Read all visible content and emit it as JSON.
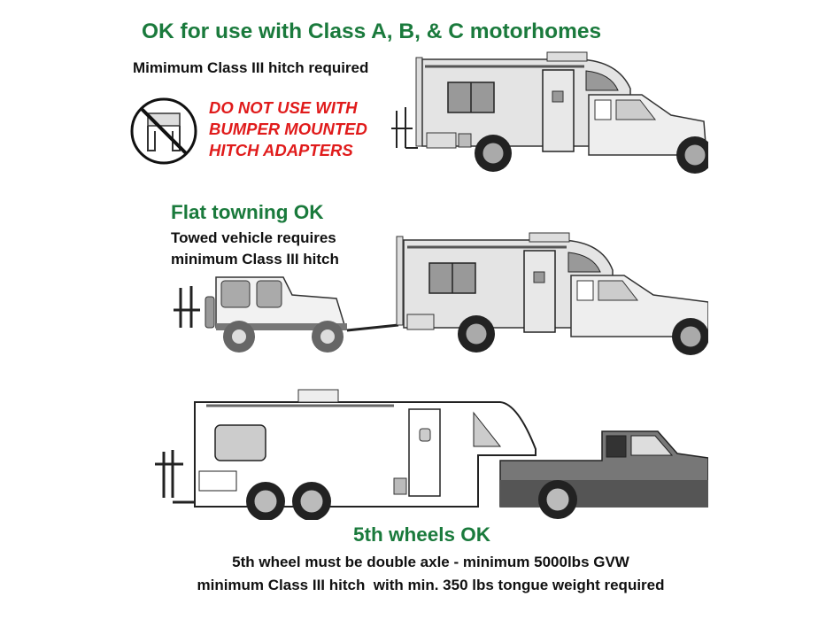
{
  "sections": [
    {
      "title": "OK for use with Class A, B, & C motorhomes",
      "subtitle": "Mimimum Class III hitch required",
      "warning": {
        "icon": "no-bumper-hitch-adapter-icon",
        "lines": [
          "DO NOT USE WITH",
          "BUMPER MOUNTED",
          "HITCH ADAPTERS"
        ]
      },
      "illustration": "class-c-motorhome-with-bike-rack"
    },
    {
      "title": "Flat towning OK",
      "lines": [
        "Towed vehicle requires",
        "minimum Class III hitch"
      ],
      "illustration": "motorhome-flat-towing-jeep-with-bike-rack"
    },
    {
      "title": "5th wheels OK",
      "lines": [
        "5th wheel must be double axle - minimum 5000lbs GVW",
        "minimum Class III hitch  with min. 350 lbs tongue weight required"
      ],
      "illustration": "fifth-wheel-trailer-with-pickup-and-bike-rack"
    }
  ],
  "colors": {
    "title_green": "#1a7a3c",
    "warning_red": "#e01b1b",
    "text_black": "#111111"
  }
}
